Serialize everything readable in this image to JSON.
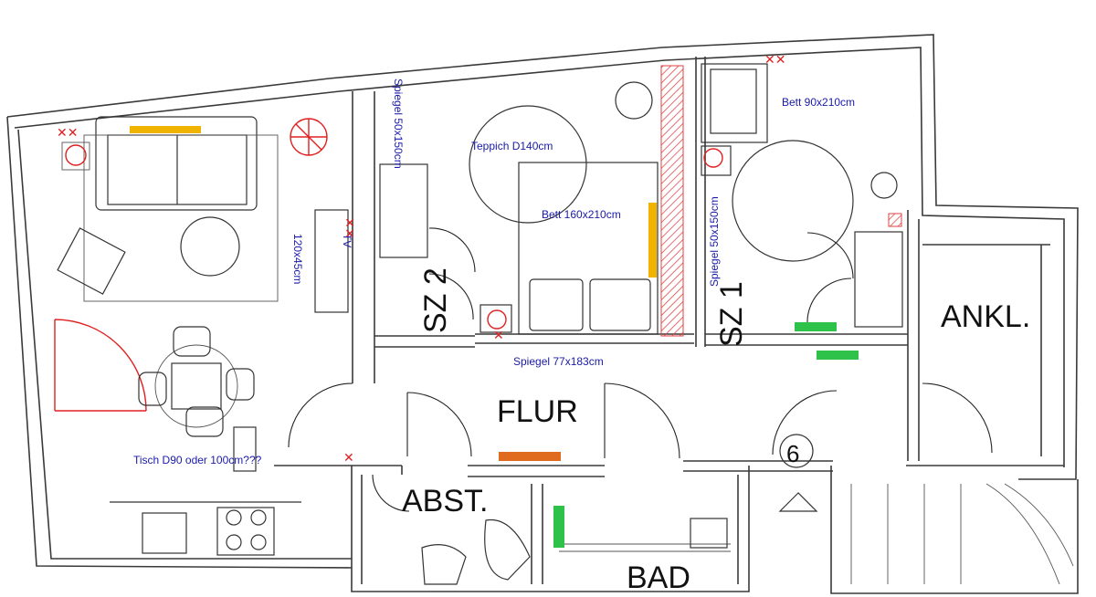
{
  "rooms": {
    "sz2": "SZ 2",
    "sz1": "SZ 1",
    "ankl": "ANKL.",
    "flur": "FLUR",
    "abst": "ABST.",
    "bad": "BAD",
    "stair_number": "6"
  },
  "annotations": {
    "spiegel_sz2": "Spiegel 50x150cm",
    "teppich": "Teppich D140cm",
    "bett_double": "Bett 160x210cm",
    "bett_single": "Bett 90x210cm",
    "spiegel_sz1": "Spiegel 50x150cm",
    "tv": "TV",
    "tv_size": "120x45cm",
    "spiegel_flur": "Spiegel 77x183cm",
    "tisch": "Tisch D90 oder 100cm???"
  },
  "marks": {
    "x": "✕",
    "x_pair": "✕✕"
  },
  "colors": {
    "wall": "#3a3a3a",
    "annotation_text": "#1a1aa8",
    "marker_red": "#e02020",
    "marker_yellow": "#f0b400",
    "marker_green": "#2fc24a",
    "marker_orange": "#e06a1e",
    "hatch": "#e04040"
  }
}
